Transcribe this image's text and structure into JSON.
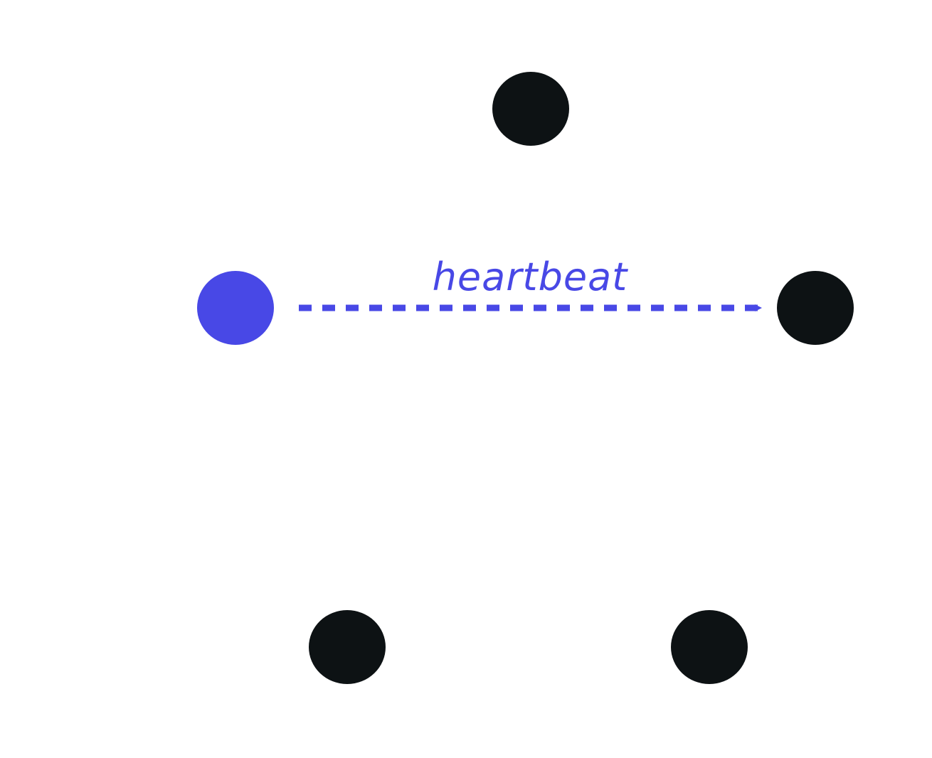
{
  "diagram": {
    "nodes": [
      {
        "id": "leader",
        "role": "sender",
        "color": "#4848e6"
      },
      {
        "id": "top",
        "role": "follower",
        "color": "#0d1214"
      },
      {
        "id": "right",
        "role": "follower",
        "color": "#0d1214"
      },
      {
        "id": "bottom-right",
        "role": "follower",
        "color": "#0d1214"
      },
      {
        "id": "bottom-left",
        "role": "follower",
        "color": "#0d1214"
      }
    ],
    "edge": {
      "from": "leader",
      "to": "right",
      "style": "dashed",
      "label": "heartbeat",
      "color": "#4848e6"
    }
  }
}
